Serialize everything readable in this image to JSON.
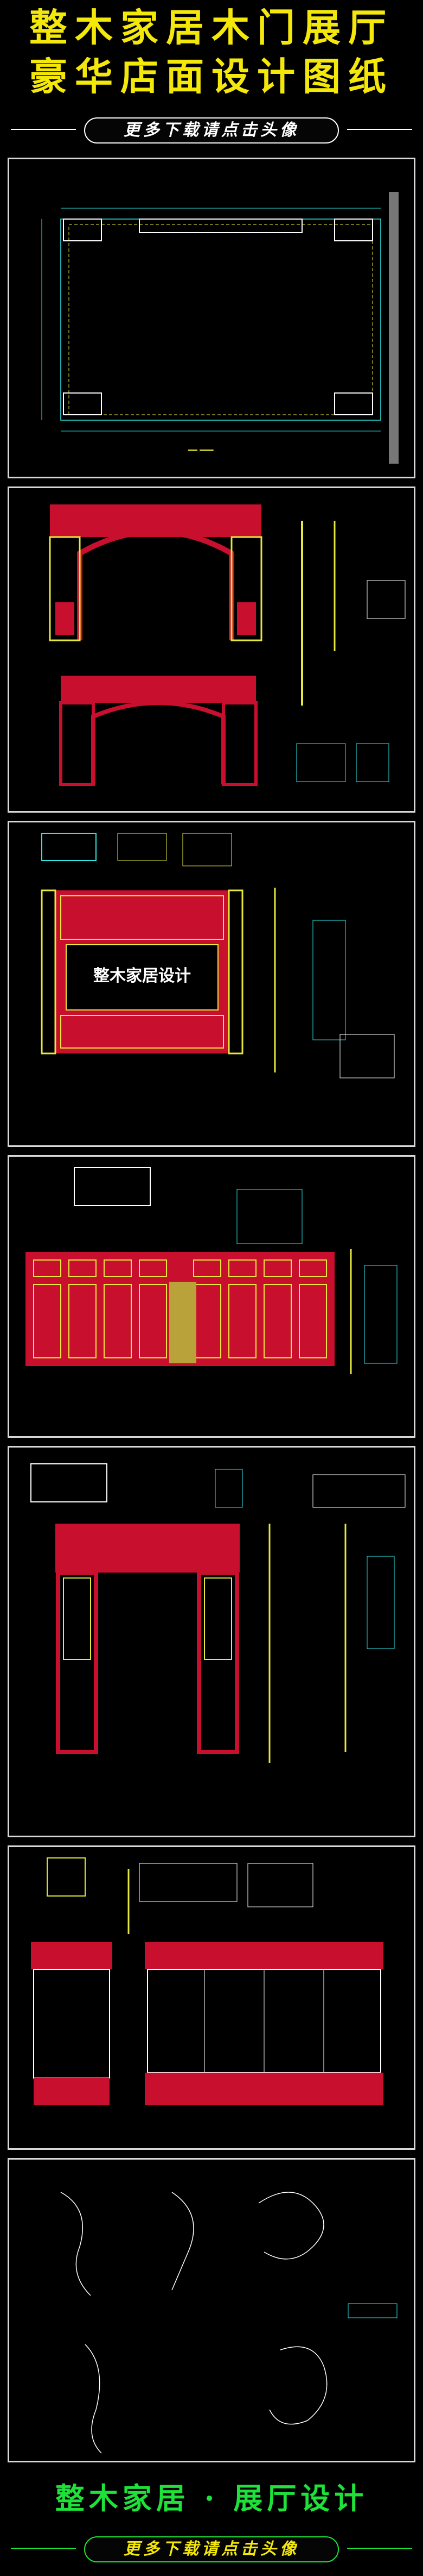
{
  "header": {
    "title_line1": "整木家居木门展厅",
    "title_line2": "豪华店面设计图纸",
    "download_banner": "更多下载请点击头像"
  },
  "panels": {
    "panel3_overlay_text": "整木家居设计"
  },
  "footer": {
    "slogan": "整木家居 · 展厅设计",
    "download_banner": "更多下载请点击头像"
  },
  "colors": {
    "title_yellow": "#f4e70a",
    "footer_green": "#1ee13a",
    "cad_red": "#c8102e",
    "cad_yellow": "#e8e83a",
    "cad_cyan": "#2ee6e6",
    "panel_border": "#d8d8d8"
  }
}
